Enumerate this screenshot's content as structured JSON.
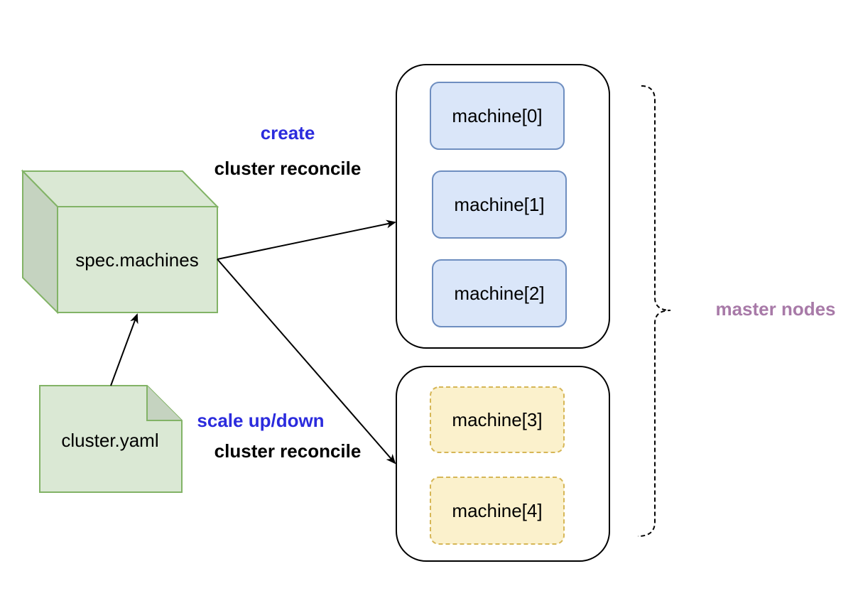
{
  "colors": {
    "cube_fill": "#dae8d4",
    "cube_side": "#c5d3c0",
    "cube_stroke": "#82b366",
    "doc_fill": "#dae8d4",
    "doc_stroke": "#82b366",
    "blue_fill": "#dae6f9",
    "blue_stroke": "#6e8ec0",
    "yellow_fill": "#fbf1cc",
    "yellow_stroke": "#d6b656",
    "action_blue": "#2b2bdd",
    "master_purple": "#a87aa8",
    "line": "#000000"
  },
  "nodes": {
    "spec": "spec.machines",
    "yaml": "cluster.yaml"
  },
  "groups": {
    "top": {
      "machines": [
        "machine[0]",
        "machine[1]",
        "machine[2]"
      ]
    },
    "bottom": {
      "machines": [
        "machine[3]",
        "machine[4]"
      ]
    }
  },
  "edges": {
    "create": {
      "action": "create",
      "label": "cluster reconcile"
    },
    "scale": {
      "action": "scale up/down",
      "label": "cluster reconcile"
    }
  },
  "brace_label": "master nodes"
}
